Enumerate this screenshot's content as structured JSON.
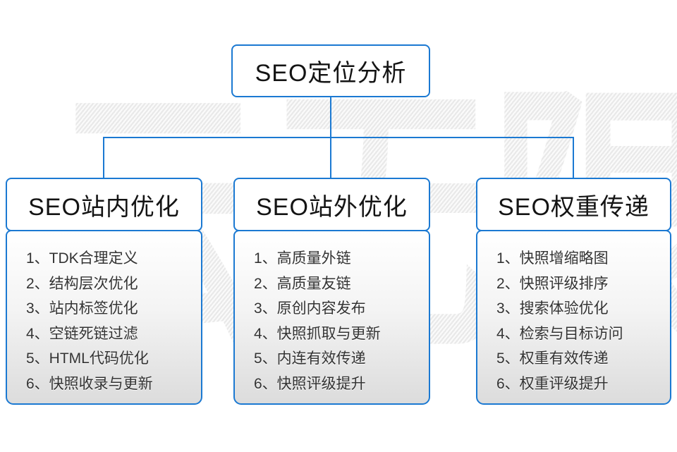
{
  "watermark": "云无限",
  "root": {
    "title": "SEO定位分析"
  },
  "columns": [
    {
      "title": "SEO站内优化",
      "items": [
        "1、TDK合理定义",
        "2、结构层次优化",
        "3、站内标签优化",
        "4、空链死链过滤",
        "5、HTML代码优化",
        "6、快照收录与更新"
      ]
    },
    {
      "title": "SEO站外优化",
      "items": [
        "1、高质量外链",
        "2、高质量友链",
        "3、原创内容发布",
        "4、快照抓取与更新",
        "5、内连有效传递",
        "6、快照评级提升"
      ]
    },
    {
      "title": "SEO权重传递",
      "items": [
        "1、快照增缩略图",
        "2、快照评级排序",
        "3、搜索体验优化",
        "4、检索与目标访问",
        "5、权重有效传递",
        "6、权重评级提升"
      ]
    }
  ],
  "colors": {
    "accent_blue": "#1b79d2",
    "list_text": "#333333",
    "watermark_gray": "#ebebeb"
  }
}
